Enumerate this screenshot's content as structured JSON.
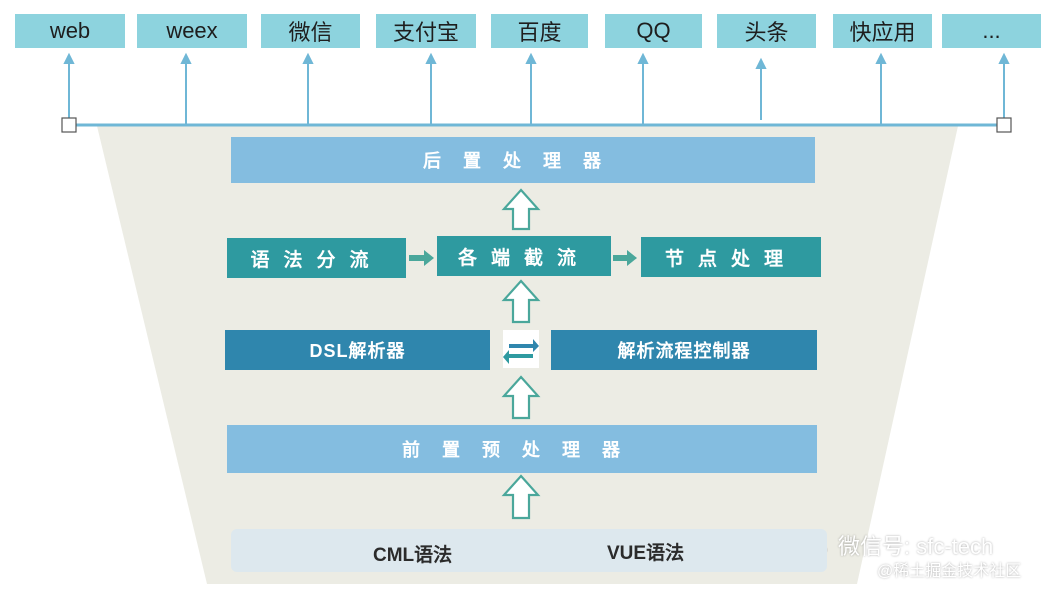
{
  "platforms": [
    "web",
    "weex",
    "微信",
    "支付宝",
    "百度",
    "QQ",
    "头条",
    "快应用",
    "..."
  ],
  "stages": {
    "post_processor": "后置处理器",
    "syntax_split": "语法分流",
    "endpoint_intercept": "各端截流",
    "node_process": "节点处理",
    "dsl_parser": "DSL解析器",
    "flow_controller": "解析流程控制器",
    "pre_processor": "前置预处理器"
  },
  "sources": [
    "CML语法",
    "VUE语法"
  ],
  "watermark": {
    "account": "微信号: sfc-tech",
    "community": "@稀土掘金技术社区"
  },
  "colors": {
    "platform": "#8dd3de",
    "funnel": "#ecece4",
    "light_box": "#84bde0",
    "teal_box": "#2e9aa0",
    "dark_box": "#2f86ad",
    "line": "#6fb7d6",
    "arrow": "#4aa79b"
  }
}
